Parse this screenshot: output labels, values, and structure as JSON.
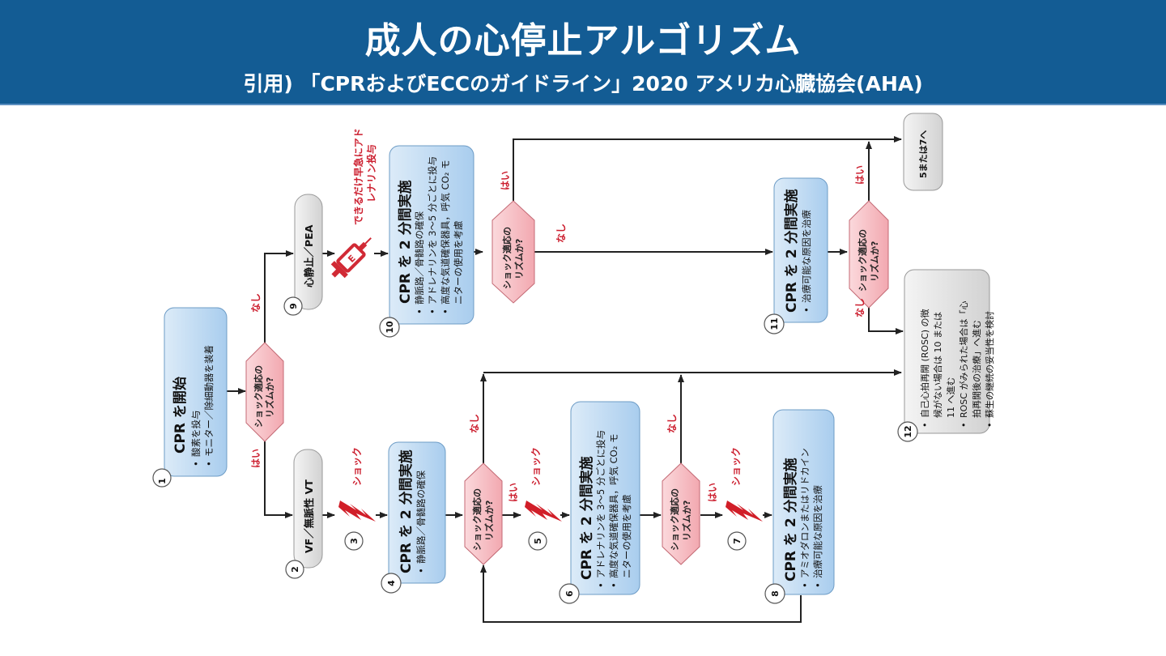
{
  "header": {
    "title": "成人の心停止アルゴリズム",
    "subtitle": "引用) 「CPRおよびECCのガイドライン」2020 アメリカ心臓協会(AHA)"
  },
  "colors": {
    "header_bg": "#135c94",
    "action_box": "#bcd9f2",
    "rhythm_box": "#e4e4e4",
    "decision": "#f6c0c6",
    "label_red": "#cc1f2f"
  },
  "nodes": {
    "n1": {
      "num": "1",
      "title": "CPR を開始",
      "bullets": [
        "酸素を投与",
        "モニター／除細動器を装着"
      ]
    },
    "decision_a": {
      "line1": "ショック適応の",
      "line2": "リズムか?"
    },
    "n2": {
      "num": "2",
      "label": "VF／無脈性 VT"
    },
    "n3": {
      "num": "3",
      "label": "ショック",
      "icon": "shock-icon"
    },
    "n4": {
      "num": "4",
      "title": "CPR を 2 分間実施",
      "bullets": [
        "静脈路／骨髄路の確保"
      ]
    },
    "decision_d": {
      "line1": "ショック適応の",
      "line2": "リズムか?"
    },
    "n5": {
      "num": "5",
      "label": "ショック",
      "icon": "shock-icon"
    },
    "n6": {
      "num": "6",
      "title": "CPR を 2 分間実施",
      "bullets": [
        "アドレナリンを 3～5 分ごとに投与",
        "高度な気道確保器具，呼気 CO₂ モ",
        "ニターの使用を考慮"
      ]
    },
    "decision_e": {
      "line1": "ショック適応の",
      "line2": "リズムか?"
    },
    "n7": {
      "num": "7",
      "label": "ショック",
      "icon": "shock-icon"
    },
    "n8": {
      "num": "8",
      "title": "CPR を 2 分間実施",
      "bullets": [
        "アミオダロンまたはリドカイン",
        "治療可能な原因を治療"
      ]
    },
    "n9": {
      "num": "9",
      "label": "心静止／PEA"
    },
    "epinephrine": {
      "line1": "できるだけ早急にアド",
      "line2": "レナリン投与",
      "icon": "syringe-icon"
    },
    "n10": {
      "num": "10",
      "title": "CPR を 2 分間実施",
      "bullets": [
        "静脈路／骨髄路の確保",
        "アドレナリンを 3～5 分ごとに投与",
        "高度な気道確保器具，呼気 CO₂ モ",
        "ニターの使用を考慮"
      ]
    },
    "decision_b": {
      "line1": "ショック適応の",
      "line2": "リズムか?"
    },
    "n11": {
      "num": "11",
      "title": "CPR を 2 分間実施",
      "bullets": [
        "治療可能な原因を治療"
      ]
    },
    "decision_c": {
      "line1": "ショック適応の",
      "line2": "リズムか?"
    },
    "goto": {
      "label": "5または7へ"
    },
    "n12": {
      "num": "12",
      "bullets": [
        "自己心拍再開 (ROSC) の徴",
        "候がない場合は 10 または",
        "11 へ進む",
        "ROSC がみられた場合は「心",
        "拍再開後の治療」へ進む",
        "蘇生の継続の妥当性を検討"
      ]
    }
  },
  "edge_labels": {
    "yes": "はい",
    "no": "なし"
  }
}
